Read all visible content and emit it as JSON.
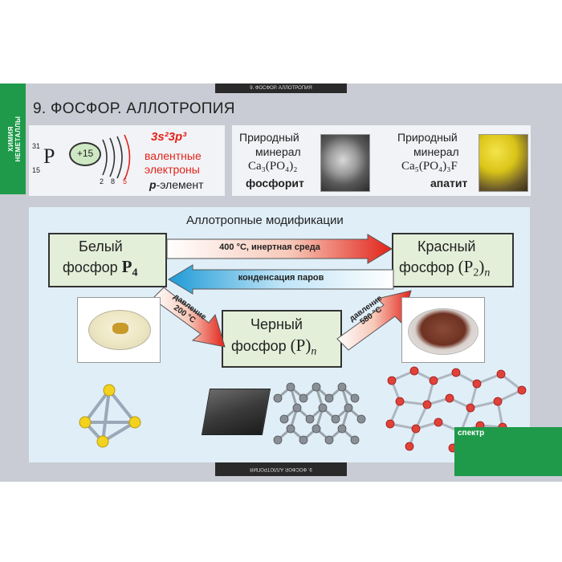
{
  "header_tab": "9. ФОСФОР. АЛЛОТРОПИЯ",
  "side_label_line1": "ХИМИЯ",
  "side_label_line2": "НЕМЕТАЛЛЫ",
  "title": "9. ФОСФОР.  АЛЛОТРОПИЯ",
  "element": {
    "mass_number": "31",
    "atomic_number": "15",
    "symbol": "P",
    "nucleus_charge": "+15",
    "shells": [
      "2",
      "8",
      "5"
    ],
    "config": "3s²3p³",
    "valence_line1": "валентные",
    "valence_line2": "электроны",
    "p_element_p": "p",
    "p_element_rest": "-элемент"
  },
  "minerals": [
    {
      "line1": "Природный",
      "line2": "минерал",
      "formula": "Ca₃(PO₄)₂",
      "name": "фосфорит"
    },
    {
      "line1": "Природный",
      "line2": "минерал",
      "formula": "Ca₅(PO₄)₃F",
      "name": "апатит"
    }
  ],
  "diagram": {
    "heading": "Аллотропные  модификации",
    "white": {
      "line1": "Белый",
      "line2": "фосфор",
      "formula": "P",
      "sub": "4"
    },
    "red": {
      "line1": "Красный",
      "line2": "фосфор",
      "formula": "(P",
      "sub1": "2",
      "close": ")",
      "sub2": "n"
    },
    "black": {
      "line1": "Черный",
      "line2": "фосфор",
      "formula": "(P)",
      "sub": "n"
    },
    "arrow_forward": "400 °С, инертная среда",
    "arrow_back": "конденсация паров",
    "arrow_white_black_line1": "давление",
    "arrow_white_black_line2": "200 °С",
    "arrow_red_black_line1": "давление",
    "arrow_red_black_line2": "580 °С"
  },
  "brand": "спектр",
  "colors": {
    "accent_green": "#1e9a4a",
    "accent_red": "#e2231a",
    "panel_blue": "#e0eef8",
    "box_green": "#e4efd9"
  }
}
